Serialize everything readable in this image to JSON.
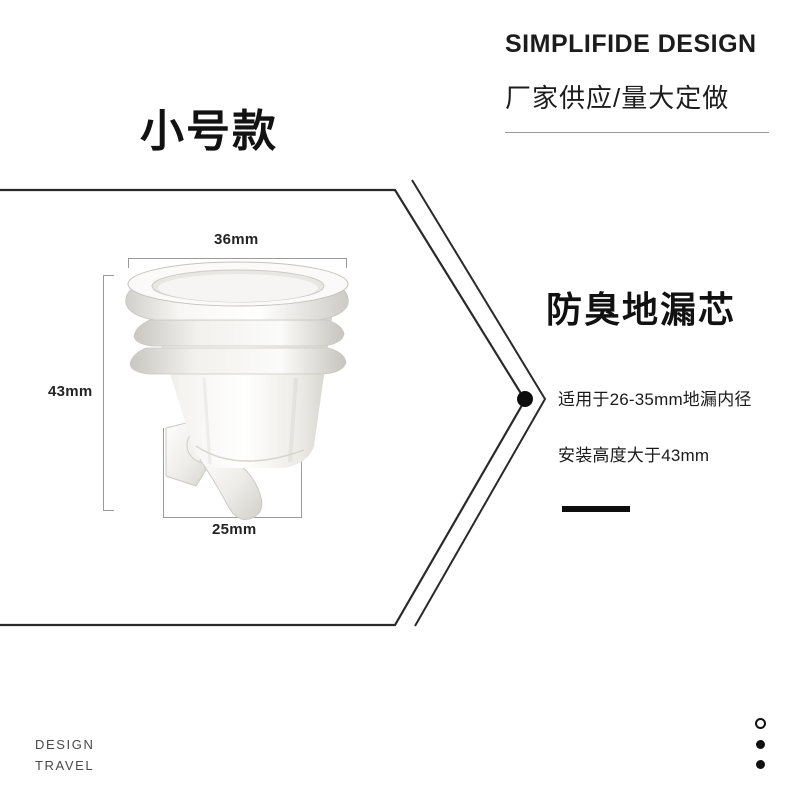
{
  "header": {
    "brand": "SIMPLIFIDE DESIGN",
    "subtitle": "厂家供应/量大定做"
  },
  "left_title": "小号款",
  "product": {
    "title": "防臭地漏芯",
    "specs": [
      "适用于26-35mm地漏内径",
      "安装高度大于43mm"
    ],
    "dimensions": {
      "width": "36mm",
      "height": "43mm",
      "bottom_width": "25mm"
    }
  },
  "footer": {
    "line1": "DESIGN",
    "line2": "TRAVEL"
  },
  "colors": {
    "accent": "#0d0d0d",
    "rule": "#9a9a9a",
    "guide": "#9b9b9b",
    "text": "#1a1a1a",
    "background": "#ffffff"
  }
}
